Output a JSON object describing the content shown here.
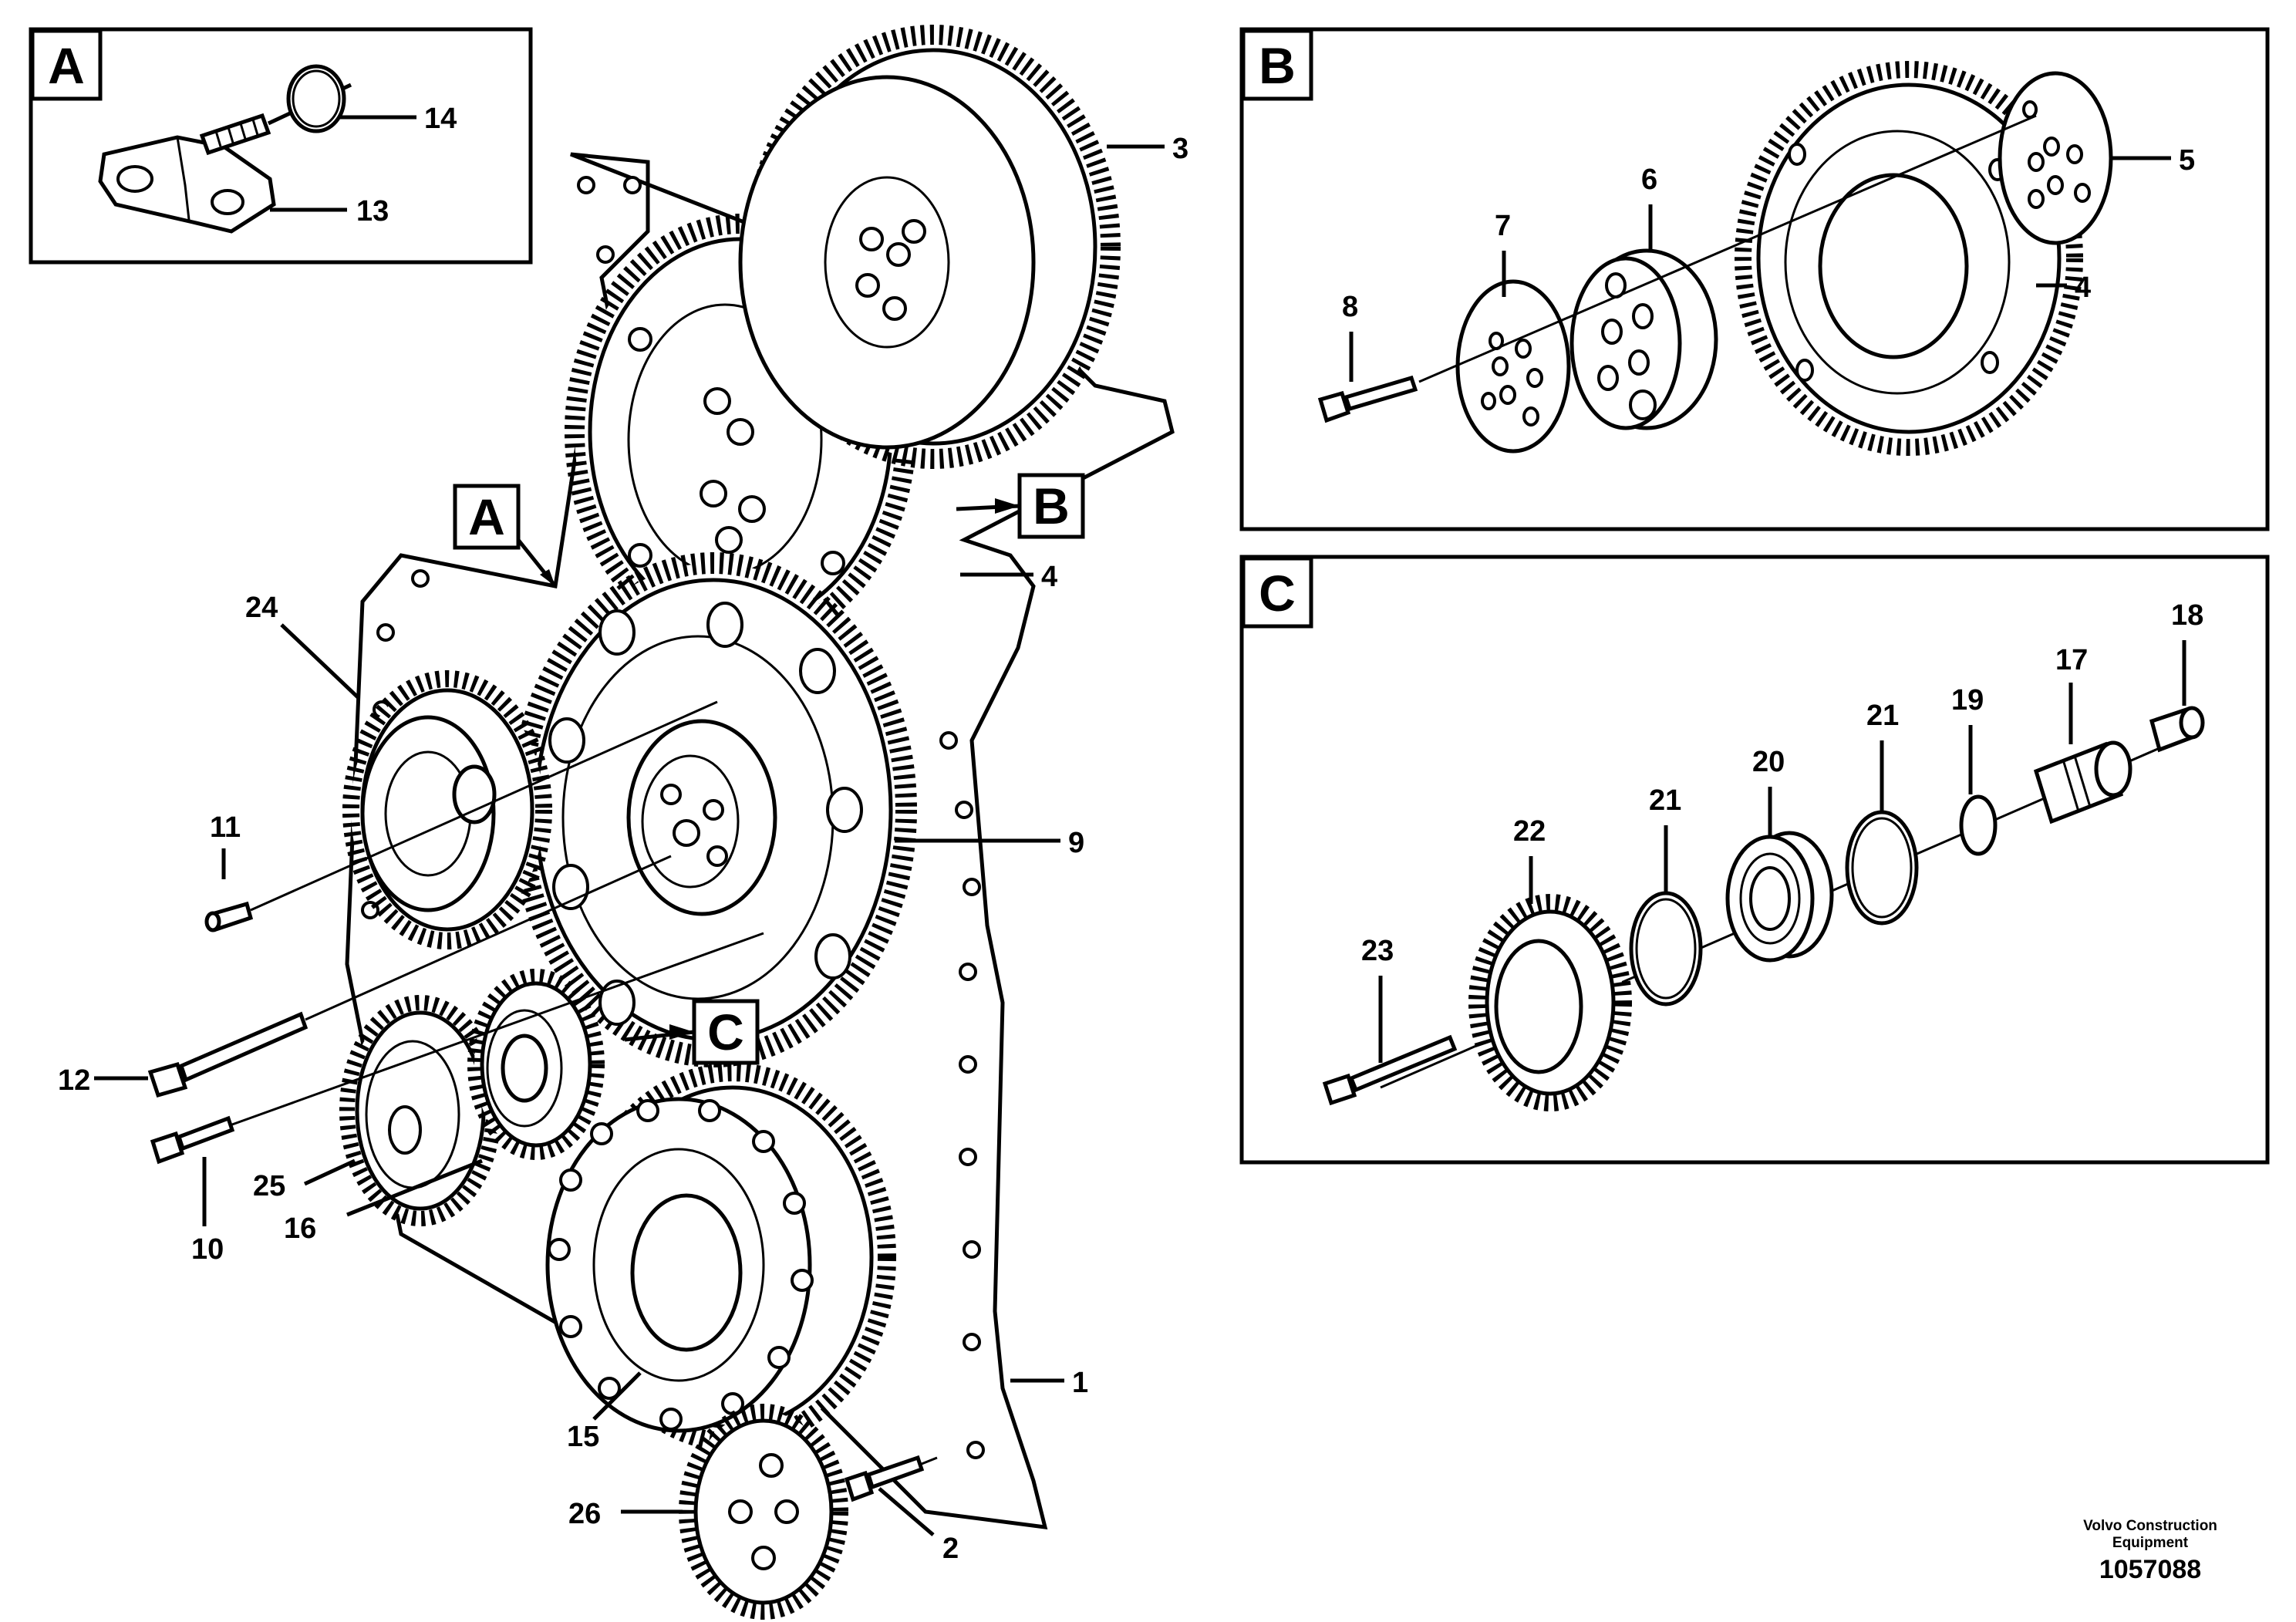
{
  "insets": {
    "A": {
      "letter": "A",
      "labels": [
        "14",
        "13"
      ]
    },
    "B": {
      "letter": "B",
      "labels": [
        "5",
        "6",
        "7",
        "8",
        "4"
      ]
    },
    "C": {
      "letter": "C",
      "labels": [
        "18",
        "17",
        "19",
        "21",
        "20",
        "21",
        "22",
        "23"
      ]
    }
  },
  "callouts": {
    "A": "A",
    "B": "B",
    "C": "C"
  },
  "main_labels": [
    "3",
    "4",
    "24",
    "11",
    "9",
    "12",
    "25",
    "10",
    "16",
    "15",
    "1",
    "26",
    "2"
  ],
  "footer": {
    "company_line1": "Volvo Construction",
    "company_line2": "Equipment",
    "drawing_number": "1057088"
  },
  "colors": {
    "line": "#000000",
    "background": "#ffffff"
  }
}
